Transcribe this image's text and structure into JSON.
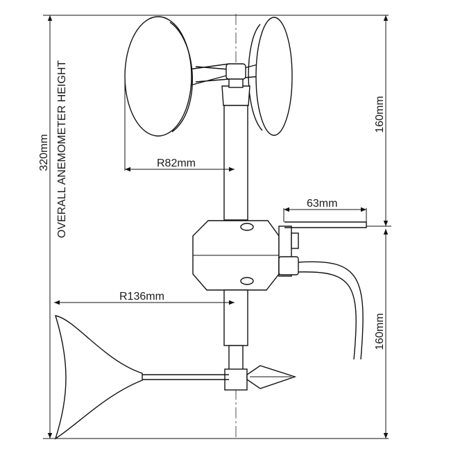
{
  "diagram": {
    "labels": {
      "overall_height": "320mm",
      "overall_caption": "OVERALL ANEMOMETER HEIGHT",
      "upper_height": "160mm",
      "lower_height": "160mm",
      "cup_radius": "R82mm",
      "vane_radius": "R136mm",
      "bracket_length": "63mm"
    }
  }
}
